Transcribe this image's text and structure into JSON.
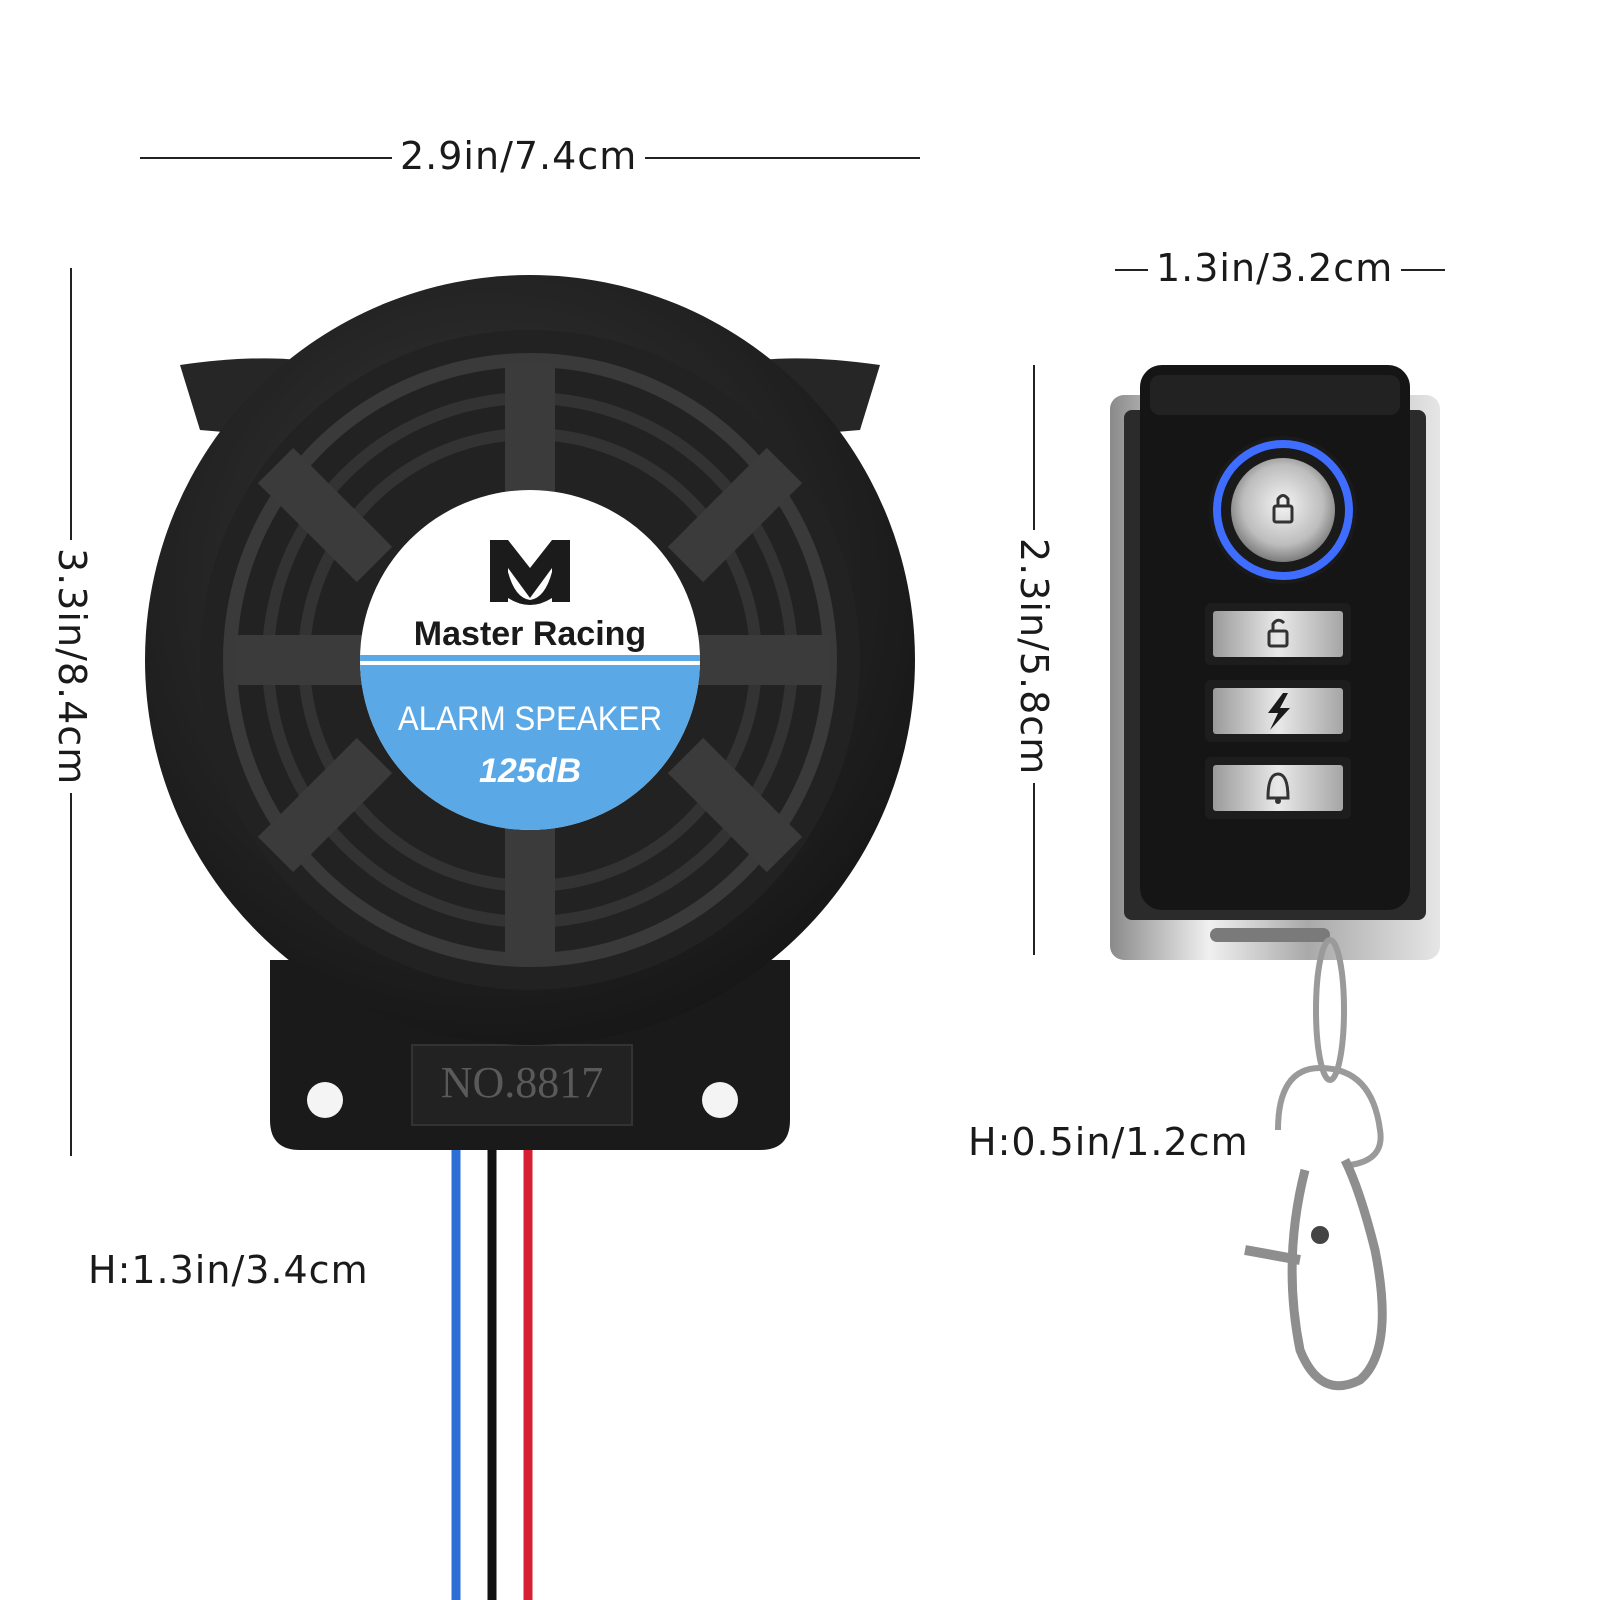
{
  "dimensions": {
    "speaker_width": "2.9in/7.4cm",
    "speaker_height": "3.3in/8.4cm",
    "speaker_depth": "H:1.3in/3.4cm",
    "remote_width": "1.3in/3.2cm",
    "remote_height": "2.3in/5.8cm",
    "remote_depth": "H:0.5in/1.2cm"
  },
  "speaker_label": {
    "brand": "Master Racing",
    "product": "ALARM SPEAKER",
    "rating": "125dB",
    "model_number": "NO.8817"
  },
  "remote_buttons": [
    {
      "icon": "lock-icon"
    },
    {
      "icon": "unlock-icon"
    },
    {
      "icon": "lightning-icon"
    },
    {
      "icon": "bell-icon"
    }
  ],
  "wires": [
    "#2d6fd4",
    "#111111",
    "#d42030"
  ],
  "colors": {
    "label_blue": "#5aa9e6",
    "housing": "#2a2a2a",
    "remote_body": "#151515",
    "chrome": "#c8c8c8"
  }
}
